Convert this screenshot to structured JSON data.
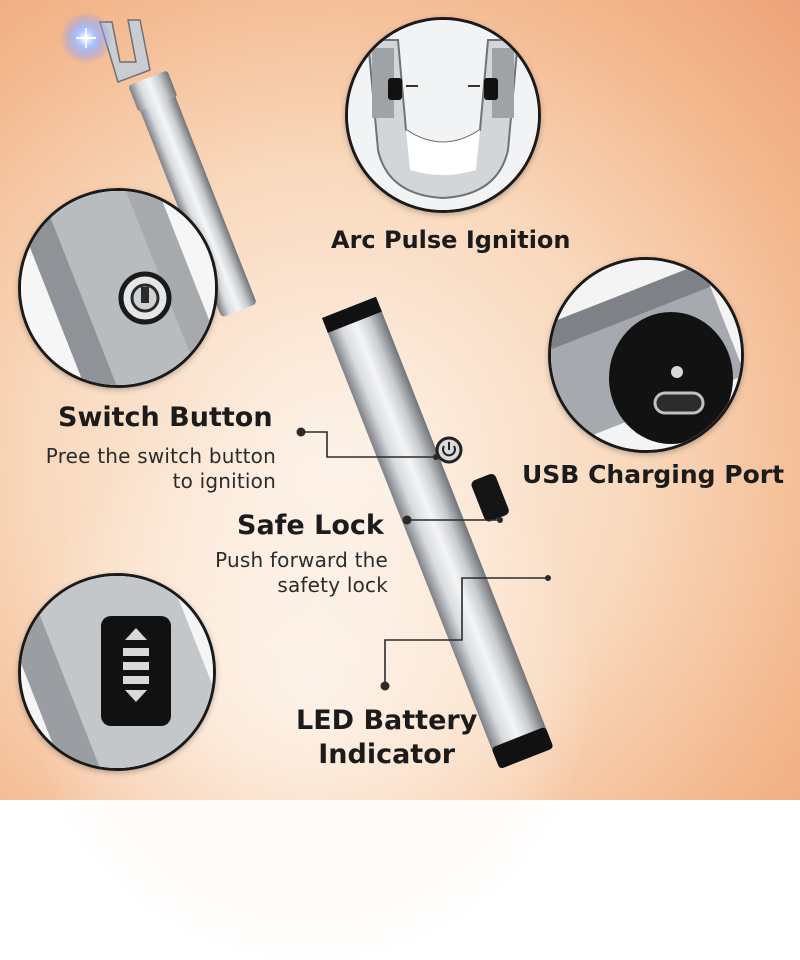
{
  "callouts": {
    "arc": {
      "title": "Arc Pulse Ignition"
    },
    "switch": {
      "title": "Switch Button",
      "desc_line1": "Pree the switch button",
      "desc_line2": "to ignition"
    },
    "usb": {
      "title": "USB Charging Port"
    },
    "lock": {
      "title": "Safe Lock",
      "desc_line1": "Push forward the",
      "desc_line2": "safety lock"
    },
    "led": {
      "title_line1": "LED Battery",
      "title_line2": "Indicator"
    }
  },
  "colors": {
    "background_warm": "#f3b58a",
    "metal_light": "#e6e8ea",
    "metal_dark": "#8e9296",
    "arc_glow": "#7fa6ff",
    "text": "#1b1b1b"
  },
  "icons": [
    "arc-tip-icon",
    "power-switch-icon",
    "usb-c-port-icon",
    "led-indicator-icon"
  ]
}
